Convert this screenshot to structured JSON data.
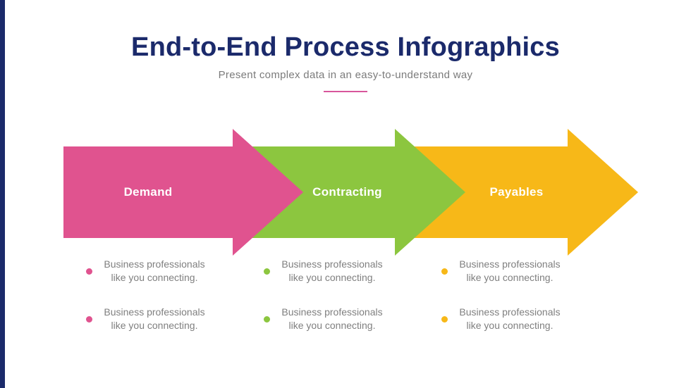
{
  "slide": {
    "edge_bar_color": "#1b2a6b"
  },
  "header": {
    "title": "End-to-End Process Infographics",
    "subtitle": "Present complex data in an easy-to-understand way",
    "title_color": "#1b2a6b",
    "divider_color": "#d8569b"
  },
  "steps": [
    {
      "label": "Demand",
      "color": "#e0538f",
      "bullets": [
        "Business professionals like you connecting.",
        "Business professionals like you connecting."
      ]
    },
    {
      "label": "Contracting",
      "color": "#8cc63f",
      "bullets": [
        "Business professionals like you connecting.",
        "Business professionals like you connecting."
      ]
    },
    {
      "label": "Payables",
      "color": "#f7b818",
      "bullets": [
        "Business professionals like you connecting.",
        "Business professionals like you connecting."
      ]
    }
  ]
}
